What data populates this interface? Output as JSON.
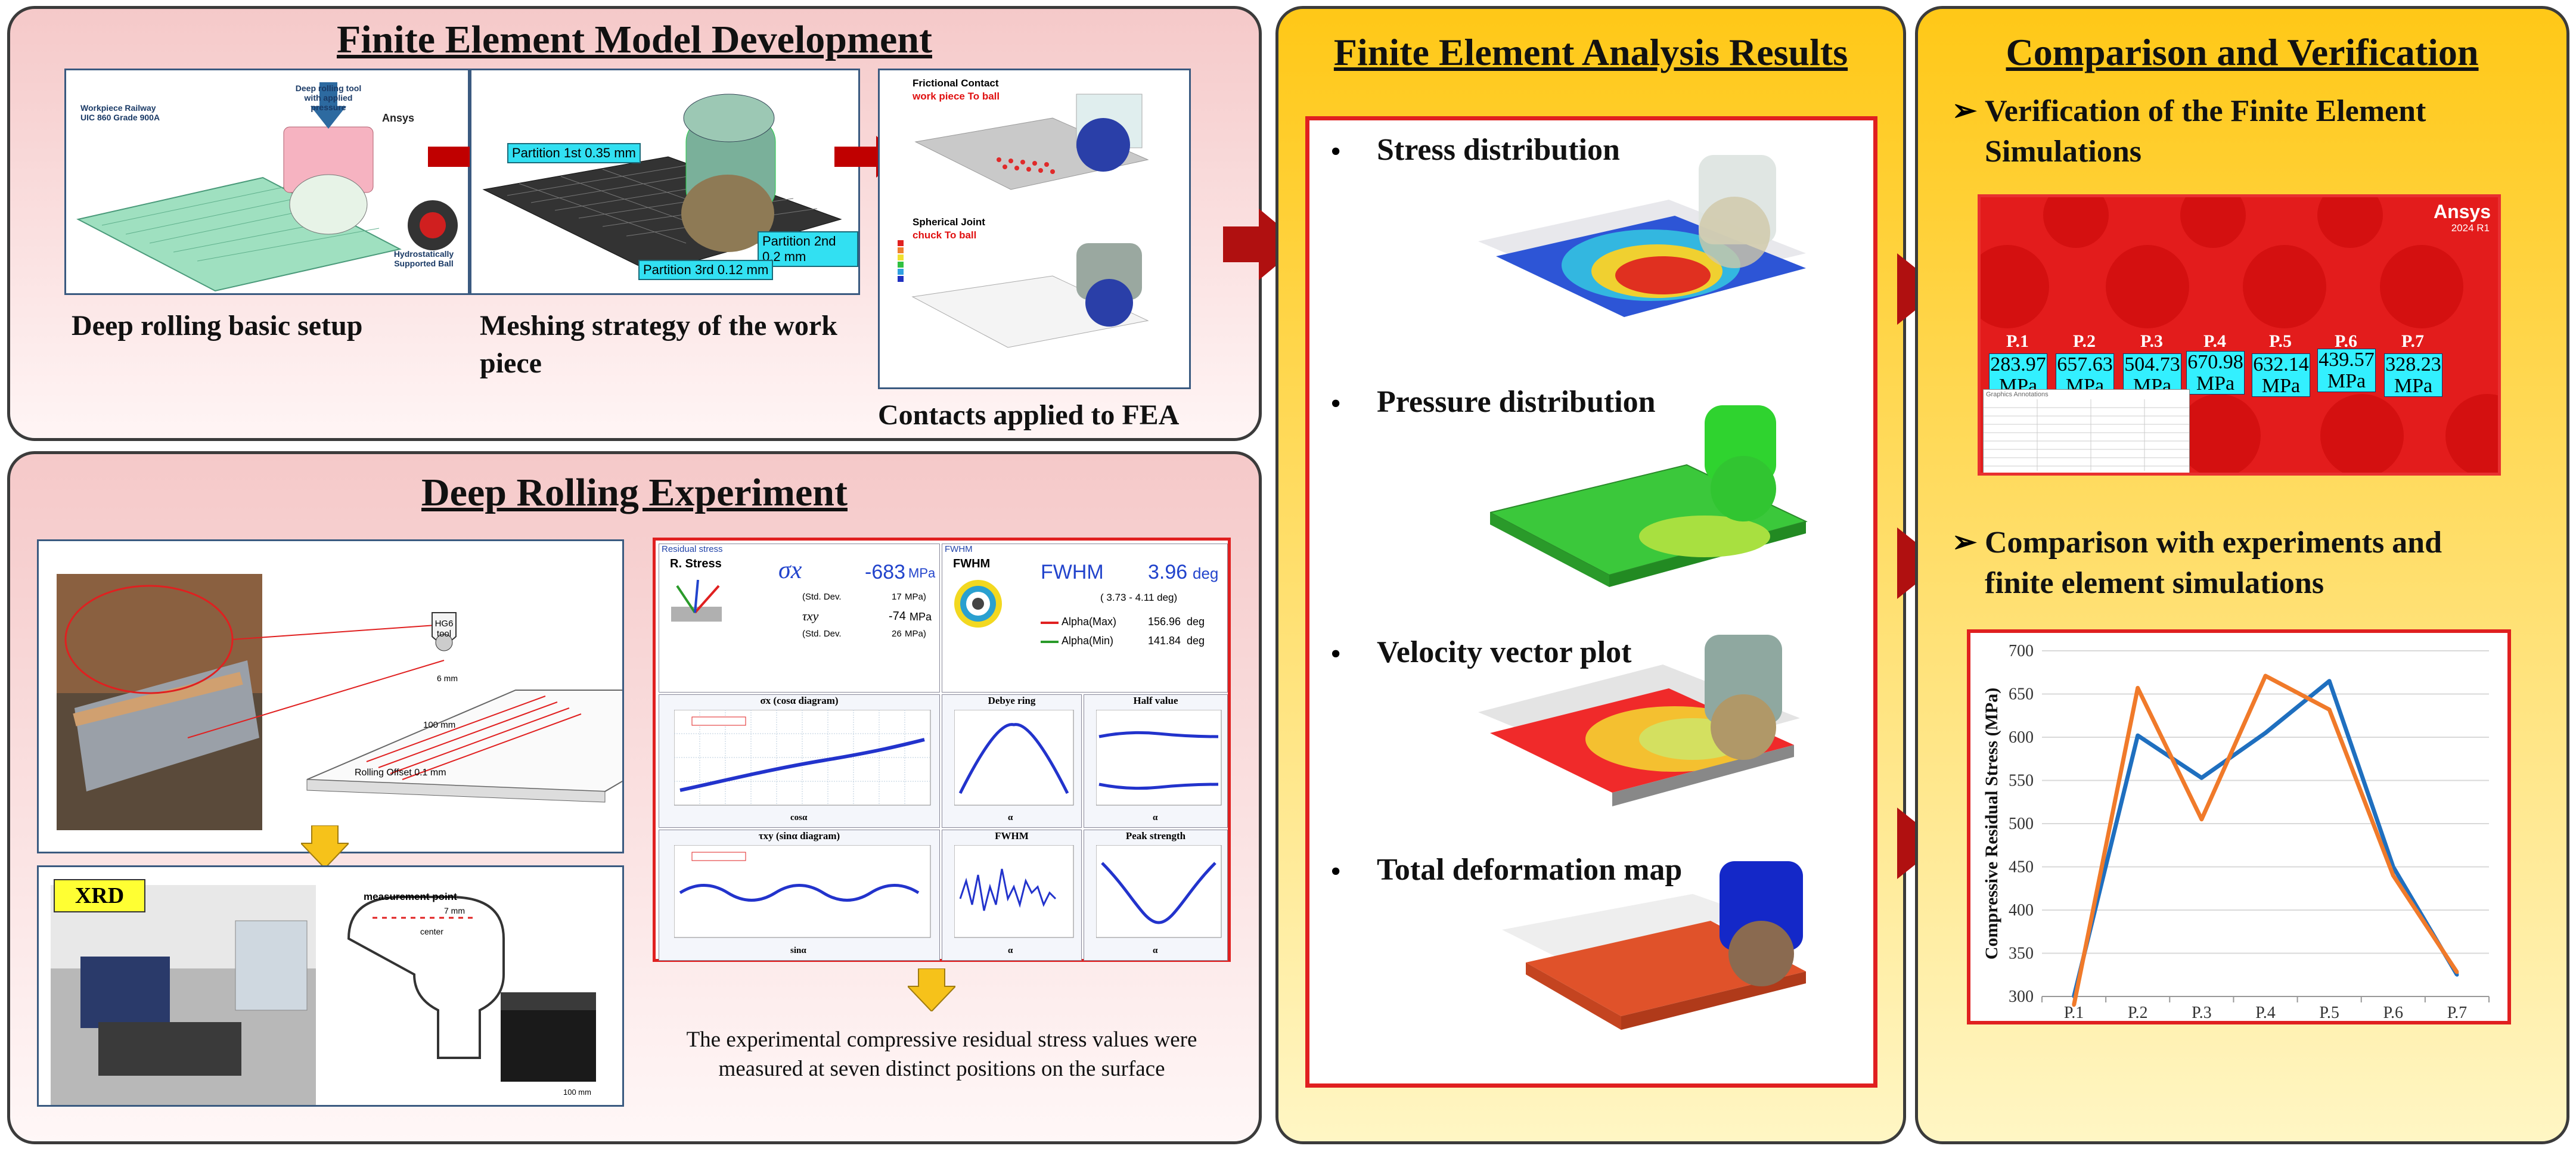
{
  "fem": {
    "title": "Finite Element Model Development",
    "setup_caption": "Deep rolling basic setup",
    "mesh_caption": "Meshing strategy of the work piece",
    "contacts_caption": "Contacts applied to FEA",
    "setup_labels": {
      "workpiece": "Workpiece Railway UIC 860 Grade 900A",
      "tool": "Deep rolling tool with applied pressure",
      "ball": "Hydrostatically Supported Ball",
      "brand": "Ansys"
    },
    "mesh_labels": {
      "partition1": "Partition 1st 0.35 mm",
      "partition2": "Partition 2nd 0.2 mm",
      "partition3": "Partition 3rd 0.12 mm"
    },
    "contacts_labels": {
      "frictional": "Frictional Contact",
      "frictional_sub": "work piece To ball",
      "spherical": "Spherical Joint",
      "spherical_sub": "chuck To ball"
    }
  },
  "experiment": {
    "title": "Deep Rolling Experiment",
    "tool_label": "HG6 tool",
    "dim_100": "100 mm",
    "dim_6": "6 mm",
    "rolling_offset": "Rolling Offset 0.1 mm",
    "xrd_label": "XRD",
    "measurement_point": "measurement point",
    "dim_7": "7 mm",
    "center": "center",
    "rail_dim": "100 mm",
    "caption_line1": "The experimental compressive residual stress values were",
    "caption_line2": "measured at seven distinct positions on the surface",
    "xrd_report": {
      "residual_stress_header": "Residual stress",
      "fwhm_header": "FWHM",
      "r_stress_label": "R. Stress",
      "sigma_symbol": "σx",
      "sigma_value": "-683",
      "sigma_unit": "MPa",
      "std_dev_label": "(Std. Dev.",
      "std_dev_value": "17",
      "std_dev_unit": "MPa)",
      "tau_symbol": "τxy",
      "tau_value": "-74",
      "tau_unit": "MPa",
      "tau_std_value": "26",
      "fwhm_label": "FWHM",
      "fwhm_value": "3.96",
      "fwhm_unit": "deg",
      "fwhm_range": "( 3.73 - 4.11 deg)",
      "alpha_max_label": "Alpha(Max)",
      "alpha_max_value": "156.96",
      "alpha_min_label": "Alpha(Min)",
      "alpha_min_value": "141.84",
      "deg": "deg",
      "cos_diagram": "σx (cosα diagram)",
      "sin_diagram": "τxy (sinα diagram)",
      "cos_axis": "cosα",
      "sin_axis": "sinα",
      "debye_ring": "Debye ring",
      "half_value": "Half value",
      "fwhm_plot": "FWHM",
      "peak_strength": "Peak strength",
      "alpha_axis": "α"
    }
  },
  "results": {
    "title": "Finite Element Analysis Results",
    "items": [
      "Stress distribution",
      "Pressure distribution",
      "Velocity vector plot",
      "Total deformation map"
    ]
  },
  "comparison": {
    "title": "Comparison and Verification",
    "verification_heading_line1": "Verification of the Finite Element",
    "verification_heading_line2": "Simulations",
    "comparison_heading_line1": "Comparison with experiments and",
    "comparison_heading_line2": "finite element simulations",
    "ansys_brand": "Ansys",
    "ansys_version": "2024 R1",
    "points": [
      {
        "label": "P.1",
        "value": "283.97",
        "unit": "MPa"
      },
      {
        "label": "P.2",
        "value": "657.63",
        "unit": "MPa"
      },
      {
        "label": "P.3",
        "value": "504.73",
        "unit": "MPa"
      },
      {
        "label": "P.4",
        "value": "670.98",
        "unit": "MPa"
      },
      {
        "label": "P.5",
        "value": "632.14",
        "unit": "MPa"
      },
      {
        "label": "P.6",
        "value": "439.57",
        "unit": "MPa"
      },
      {
        "label": "P.7",
        "value": "328.23",
        "unit": "MPa"
      }
    ],
    "table_title": "Graphics Annotations"
  },
  "chart_data": {
    "type": "line",
    "categories": [
      "P.1",
      "P.2",
      "P.3",
      "P.4",
      "P.5",
      "P.6",
      "P.7"
    ],
    "series": [
      {
        "name": "",
        "color": "#1f6fbf",
        "values": [
          300,
          602,
          553,
          605,
          665,
          450,
          325
        ]
      },
      {
        "name": "",
        "color": "#f07a2a",
        "values": [
          290,
          657,
          505,
          671,
          632,
          440,
          328
        ]
      }
    ],
    "ylabel": "Compressive Residual Stress (MPa)",
    "xlabel": "",
    "ylim": [
      300,
      700
    ],
    "yticks": [
      300,
      350,
      400,
      450,
      500,
      550,
      600,
      650,
      700
    ],
    "grid": true
  },
  "colors": {
    "fem_bg_top": "#f6d2d2",
    "fem_bg_bottom": "#fdf3f3",
    "results_bg": "#ffd21f",
    "comparison_bg": "#ffd21f",
    "arrow": "#c00000",
    "frame_red": "#e02020"
  }
}
